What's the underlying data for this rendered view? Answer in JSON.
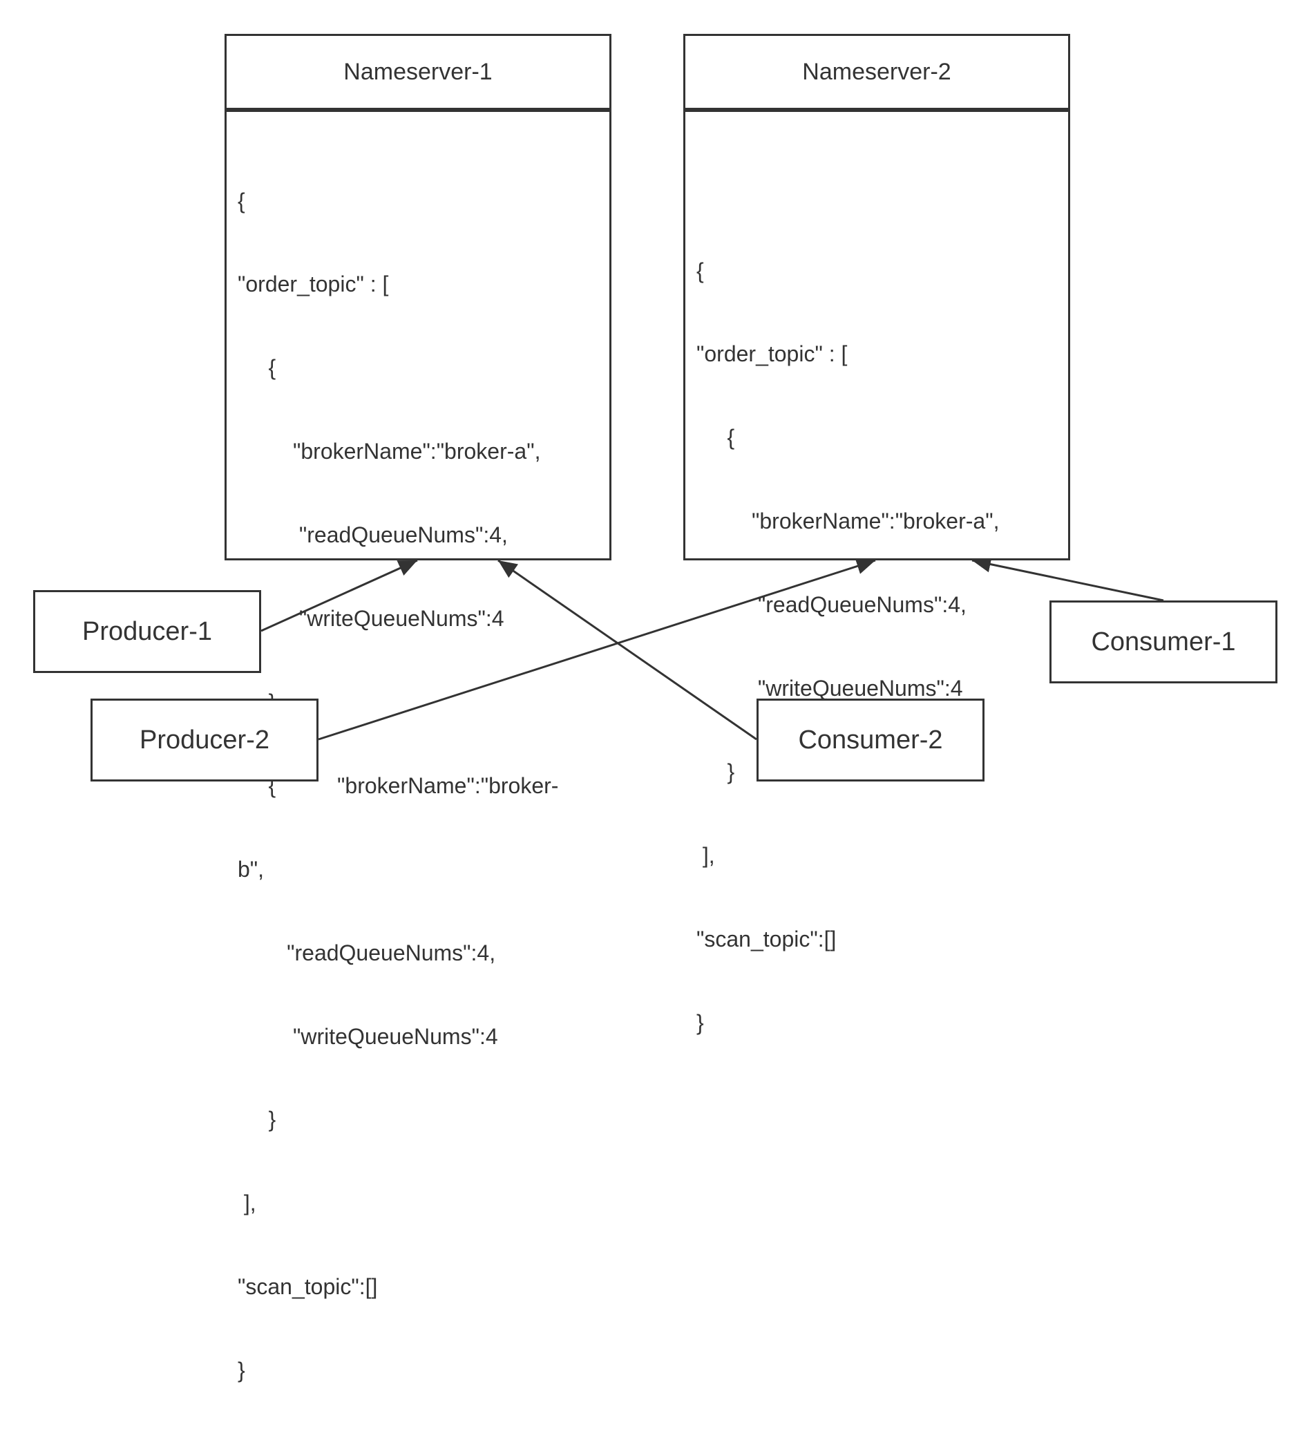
{
  "nameservers": [
    {
      "title": "Nameserver-1",
      "body_lines": [
        "{",
        "\"order_topic\" : [",
        "     {",
        "         \"brokerName\":\"broker-a\",",
        "          \"readQueueNums\":4,",
        "          \"writeQueueNums\":4",
        "     },",
        "     {          \"brokerName\":\"broker-",
        "b\",",
        "        \"readQueueNums\":4,",
        "         \"writeQueueNums\":4",
        "     }",
        " ],",
        "\"scan_topic\":[]",
        "}"
      ]
    },
    {
      "title": "Nameserver-2",
      "body_lines": [
        "{",
        "\"order_topic\" : [",
        "     {",
        "         \"brokerName\":\"broker-a\",",
        "          \"readQueueNums\":4,",
        "          \"writeQueueNums\":4",
        "     }",
        " ],",
        "\"scan_topic\":[]",
        "}"
      ]
    }
  ],
  "clients": {
    "producer1": "Producer-1",
    "producer2": "Producer-2",
    "consumer1": "Consumer-1",
    "consumer2": "Consumer-2"
  },
  "edges": [
    {
      "from": "Producer-1",
      "to": "Nameserver-1"
    },
    {
      "from": "Consumer-2",
      "to": "Nameserver-1"
    },
    {
      "from": "Producer-2",
      "to": "Nameserver-2"
    },
    {
      "from": "Consumer-1",
      "to": "Nameserver-2"
    }
  ],
  "colors": {
    "stroke": "#333333",
    "text": "#333333",
    "background": "#ffffff"
  }
}
